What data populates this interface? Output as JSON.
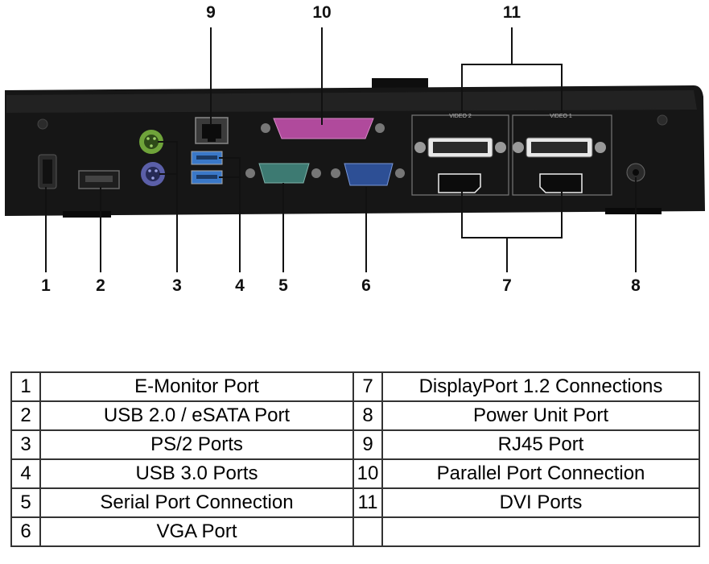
{
  "callouts": [
    "1",
    "2",
    "3",
    "4",
    "5",
    "6",
    "7",
    "8",
    "9",
    "10",
    "11"
  ],
  "panel_labels": {
    "video1": "VIDEO 1",
    "video2": "VIDEO 2"
  },
  "legend": {
    "left": [
      {
        "num": "1",
        "label": "E-Monitor Port"
      },
      {
        "num": "2",
        "label": "USB 2.0 / eSATA Port"
      },
      {
        "num": "3",
        "label": "PS/2 Ports"
      },
      {
        "num": "4",
        "label": "USB 3.0 Ports"
      },
      {
        "num": "5",
        "label": "Serial Port Connection"
      },
      {
        "num": "6",
        "label": "VGA Port"
      }
    ],
    "right": [
      {
        "num": "7",
        "label": "DisplayPort 1.2 Connections"
      },
      {
        "num": "8",
        "label": "Power Unit Port"
      },
      {
        "num": "9",
        "label": "RJ45 Port"
      },
      {
        "num": "10",
        "label": "Parallel Port Connection"
      },
      {
        "num": "11",
        "label": "DVI Ports"
      },
      {
        "num": "",
        "label": ""
      }
    ]
  },
  "colors": {
    "chassis": "#161616",
    "ps2_keyboard": "#6fa33a",
    "ps2_mouse": "#5b5fa8",
    "parallel": "#b04a9c",
    "serial": "#3d7a72",
    "vga": "#2d4f95",
    "usb3": "#3a78c8"
  }
}
